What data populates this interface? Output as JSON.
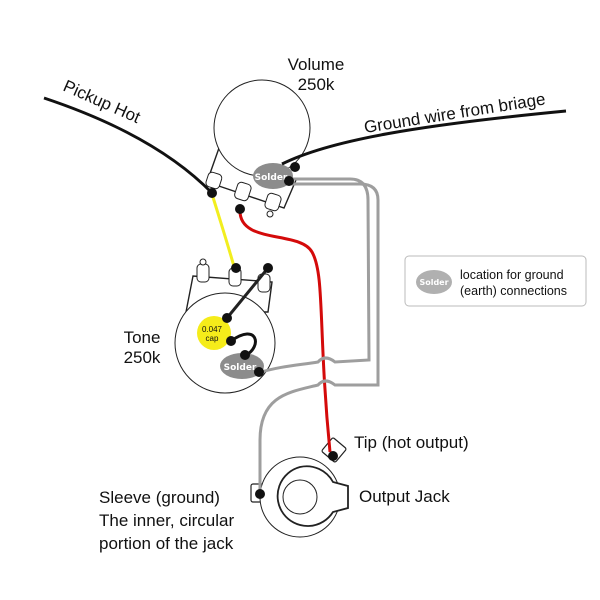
{
  "labels": {
    "volume_title": "Volume",
    "volume_value": "250k",
    "tone_title": "Tone",
    "tone_value": "250k",
    "pickup_hot": "Pickup Hot",
    "ground_wire": "Ground wire from briage",
    "tip": "Tip (hot output)",
    "output_jack": "Output Jack",
    "sleeve_line1": "Sleeve (ground)",
    "sleeve_line2": "The inner, circular",
    "sleeve_line3": "portion of the jack"
  },
  "capacitor": {
    "value": "0.047",
    "unit": "cap"
  },
  "solder_label": "Solder",
  "legend": {
    "solder_label": "Solder",
    "line1": "location for ground",
    "line2": "(earth) connections"
  },
  "colors": {
    "hot_wire": "#111111",
    "yellow_wire": "#f2ee1f",
    "red_wire": "#d40a0a",
    "ground_wire": "#9e9e9e",
    "solder_blob": "#8c8c8c",
    "capacitor": "#f5ec1a",
    "outline": "#222222"
  }
}
